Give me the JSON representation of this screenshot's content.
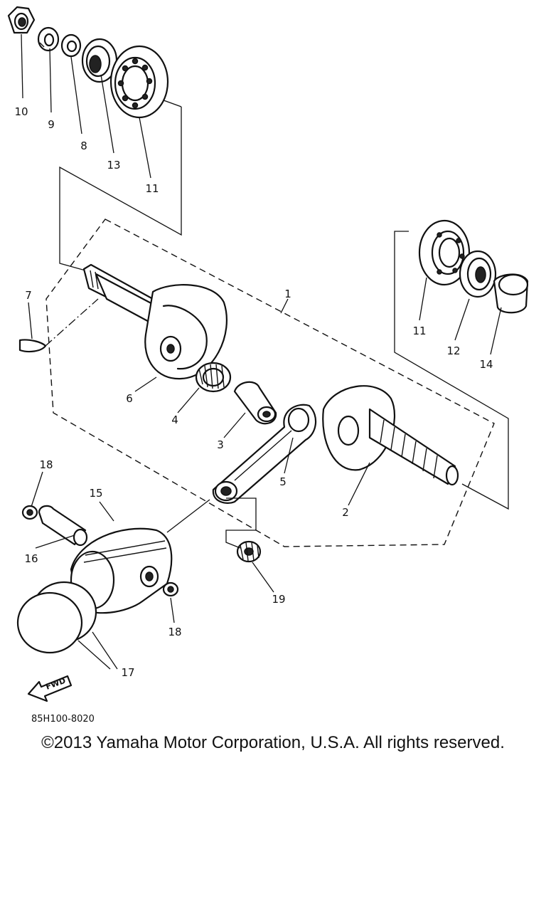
{
  "diagram": {
    "callouts": [
      "1",
      "2",
      "3",
      "4",
      "5",
      "6",
      "7",
      "8",
      "9",
      "10",
      "11",
      "11",
      "12",
      "13",
      "14",
      "15",
      "16",
      "17",
      "18",
      "18",
      "19"
    ],
    "fwd_label": "FWD"
  },
  "footer": {
    "diagram_code": "85H100-8020",
    "copyright": "©2013 Yamaha Motor Corporation, U.S.A. All rights reserved."
  }
}
